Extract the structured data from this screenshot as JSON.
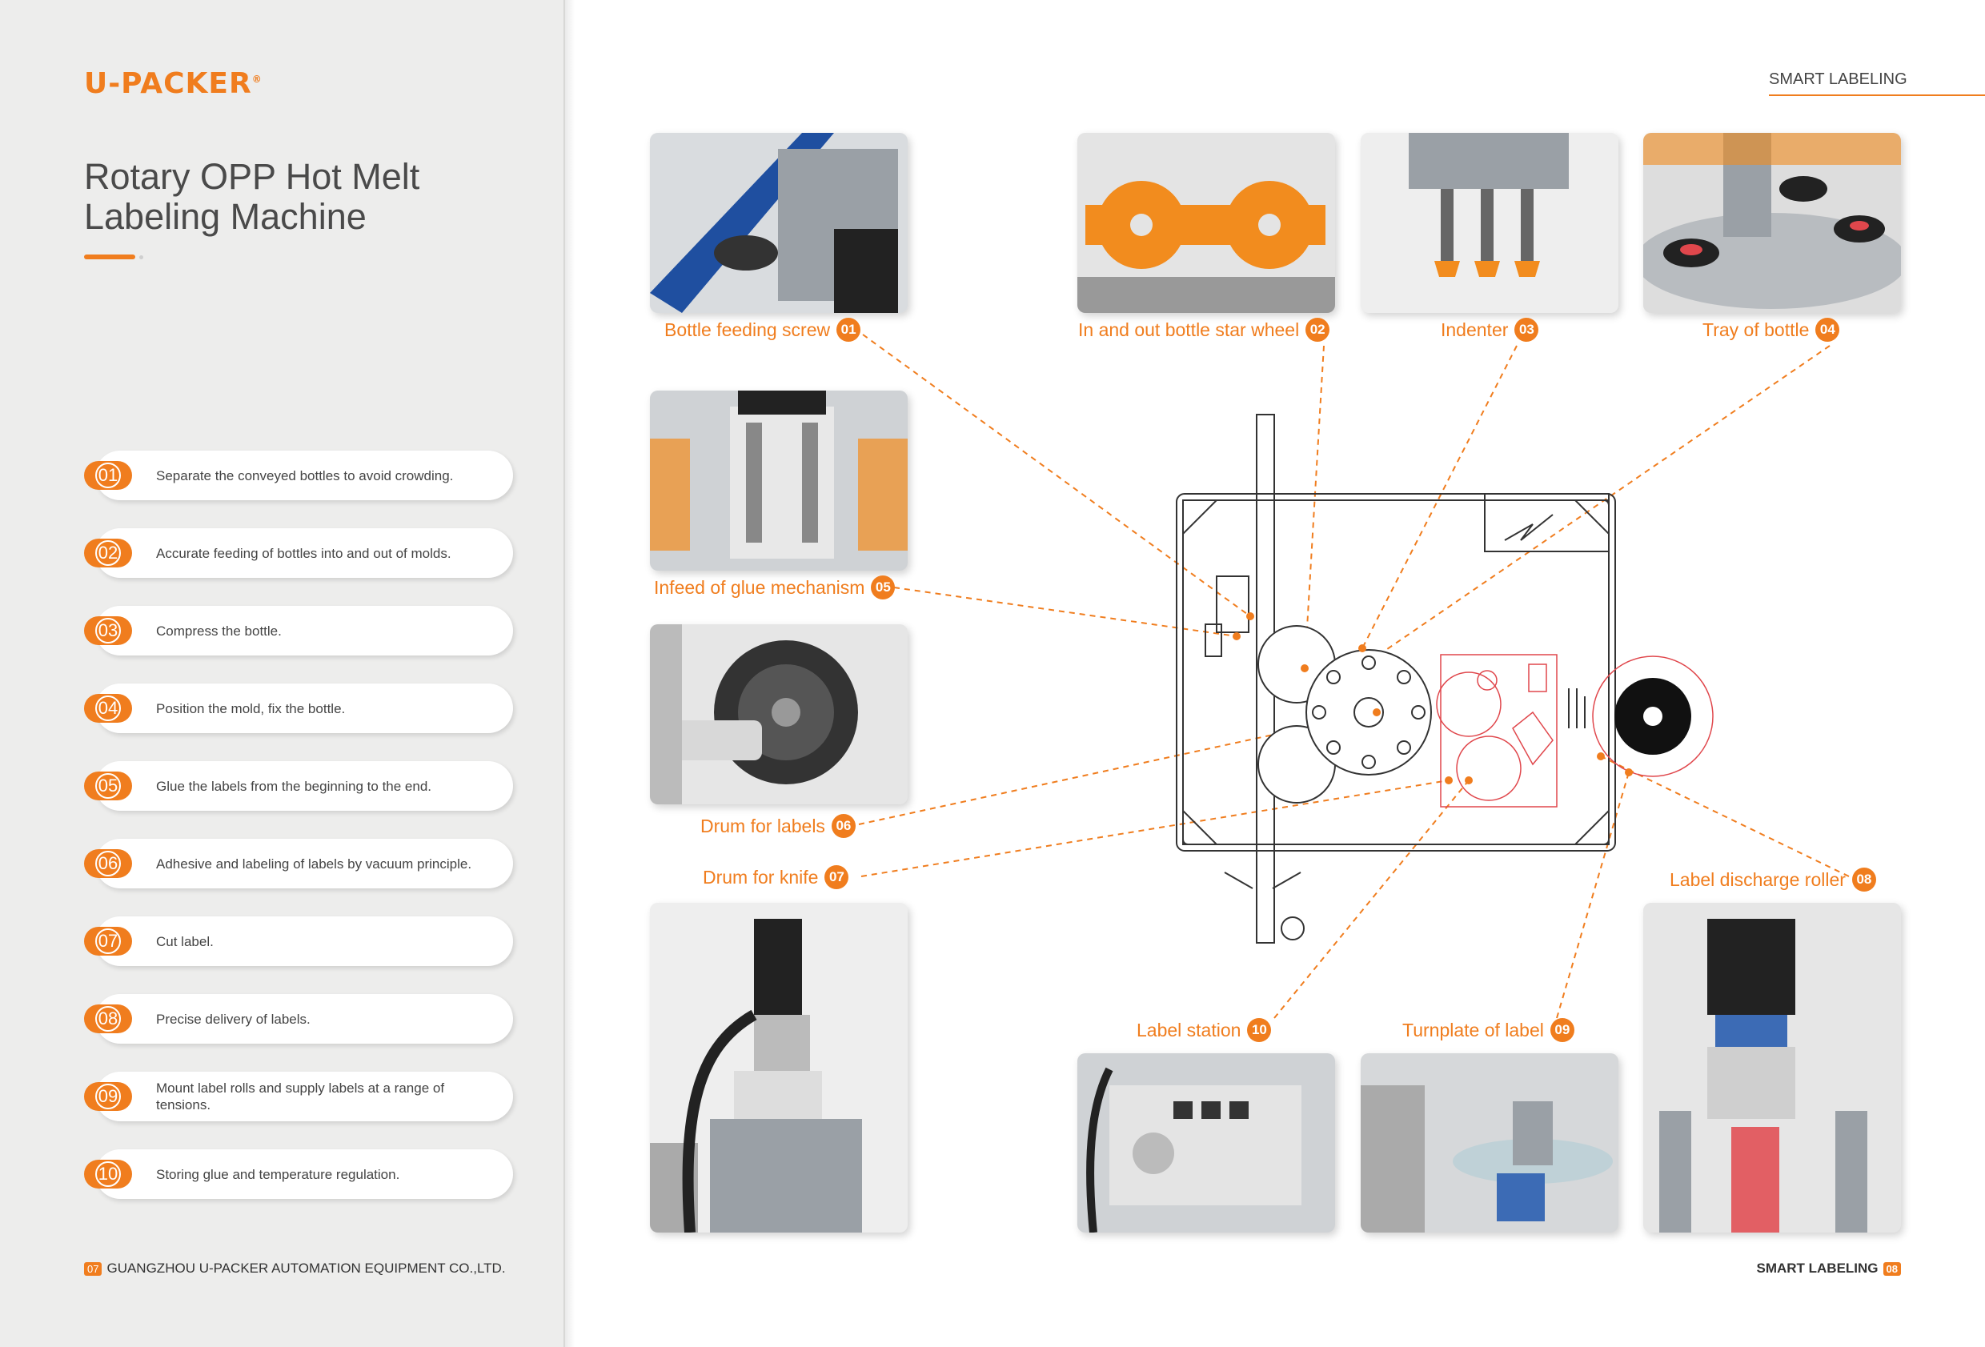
{
  "brand": {
    "logo": "U-PACKER",
    "reg": "®"
  },
  "title": "Rotary OPP Hot Melt Labeling Machine",
  "header": {
    "section": "SMART LABELING"
  },
  "features": [
    {
      "num": "01",
      "text": "Separate the conveyed bottles to avoid crowding."
    },
    {
      "num": "02",
      "text": "Accurate feeding of bottles into and out of molds."
    },
    {
      "num": "03",
      "text": "Compress the bottle."
    },
    {
      "num": "04",
      "text": "Position the mold, fix the bottle."
    },
    {
      "num": "05",
      "text": "Glue the labels from the beginning to the end."
    },
    {
      "num": "06",
      "text": "Adhesive and labeling of labels by vacuum principle."
    },
    {
      "num": "07",
      "text": "Cut label."
    },
    {
      "num": "08",
      "text": "Precise delivery of labels."
    },
    {
      "num": "09",
      "text": "Mount label rolls and supply labels at a range of tensions."
    },
    {
      "num": "10",
      "text": "Storing glue and temperature regulation."
    }
  ],
  "components": [
    {
      "num": "01",
      "label": "Bottle feeding screw"
    },
    {
      "num": "02",
      "label": "In and out bottle star wheel"
    },
    {
      "num": "03",
      "label": "Indenter"
    },
    {
      "num": "04",
      "label": "Tray of bottle"
    },
    {
      "num": "05",
      "label": "Infeed of glue mechanism"
    },
    {
      "num": "06",
      "label": "Drum for labels"
    },
    {
      "num": "07",
      "label": "Drum for knife"
    },
    {
      "num": "08",
      "label": "Label discharge roller"
    },
    {
      "num": "09",
      "label": "Turnplate of label"
    },
    {
      "num": "10",
      "label": "Label station"
    }
  ],
  "footer": {
    "left_page": "07",
    "company": "GUANGZHOU U-PACKER AUTOMATION EQUIPMENT CO.,LTD.",
    "right_text": "SMART LABELING",
    "right_page": "08"
  },
  "colors": {
    "accent": "#f07d1e",
    "panel": "#ededec",
    "diagram_red": "#e0474c"
  }
}
